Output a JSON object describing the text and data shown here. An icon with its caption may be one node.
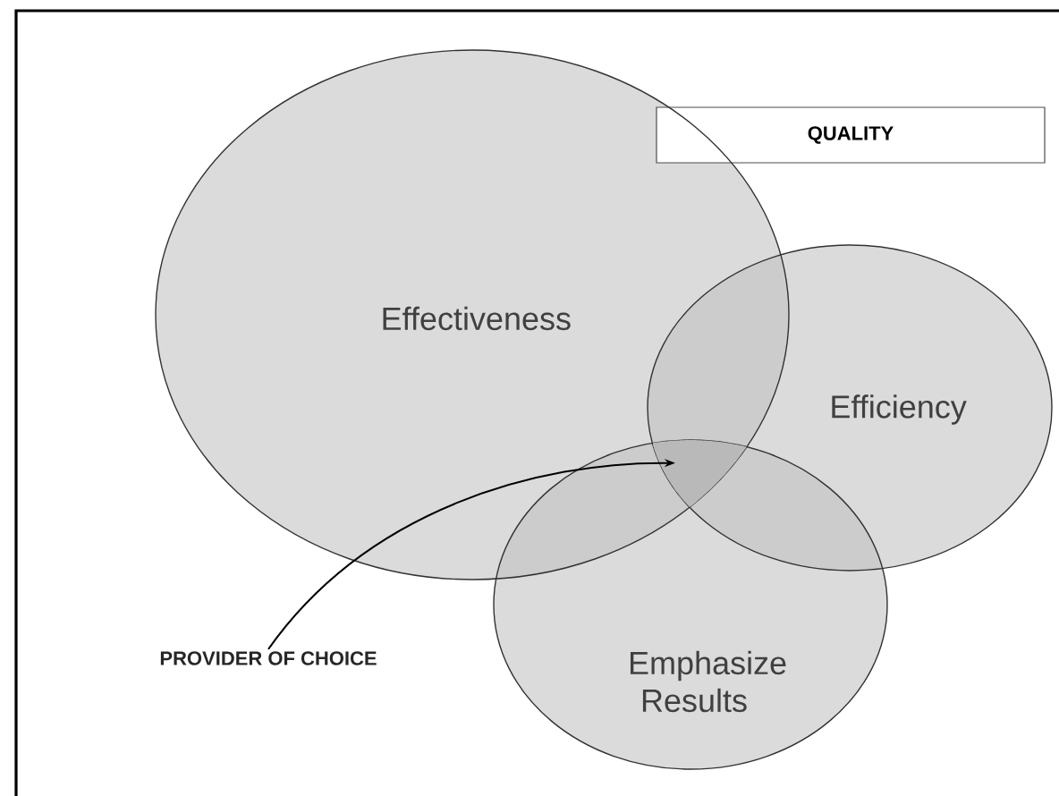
{
  "diagram": {
    "nodes": [
      {
        "text": [
          "QUALITY"
        ]
      },
      {
        "text": [
          "Effectiveness"
        ]
      },
      {
        "text": [
          "Efficiency"
        ]
      },
      {
        "text": [
          "Emphasize Results"
        ]
      },
      {
        "text": [
          "PROVIDER OF CHOICE"
        ]
      },
      {
        "text": [],
        "shape": "region"
      }
    ],
    "edges": [
      {
        "from": 4,
        "to": 5,
        "arrow": "to"
      }
    ]
  }
}
